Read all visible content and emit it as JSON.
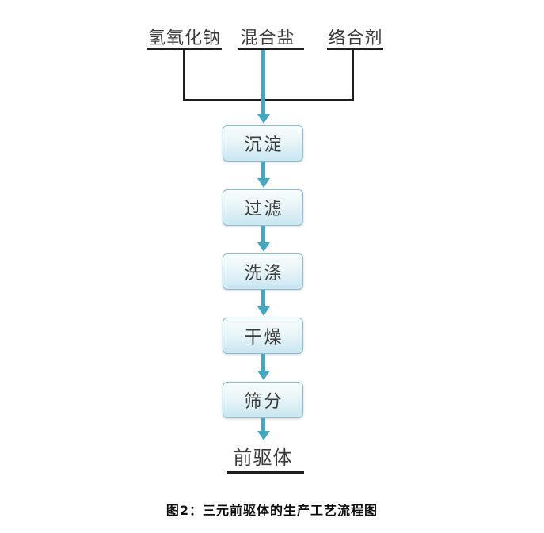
{
  "diagram": {
    "inputs": [
      {
        "label": "氢氧化钠"
      },
      {
        "label": "混合盐"
      },
      {
        "label": "络合剂"
      }
    ],
    "steps": [
      {
        "label": "沉淀"
      },
      {
        "label": "过滤"
      },
      {
        "label": "洗涤"
      },
      {
        "label": "干燥"
      },
      {
        "label": "筛分"
      }
    ],
    "output": {
      "label": "前驱体"
    },
    "caption": "图2：三元前驱体的生产工艺流程图",
    "colors": {
      "arrow": "#41a7c2",
      "connector_line": "#1e1e1e",
      "box_border": "#8fbdd0",
      "box_gradient_top": "#f9fdfd",
      "box_gradient_bottom": "#c9e6f1",
      "text": "#3a3a3a"
    }
  }
}
